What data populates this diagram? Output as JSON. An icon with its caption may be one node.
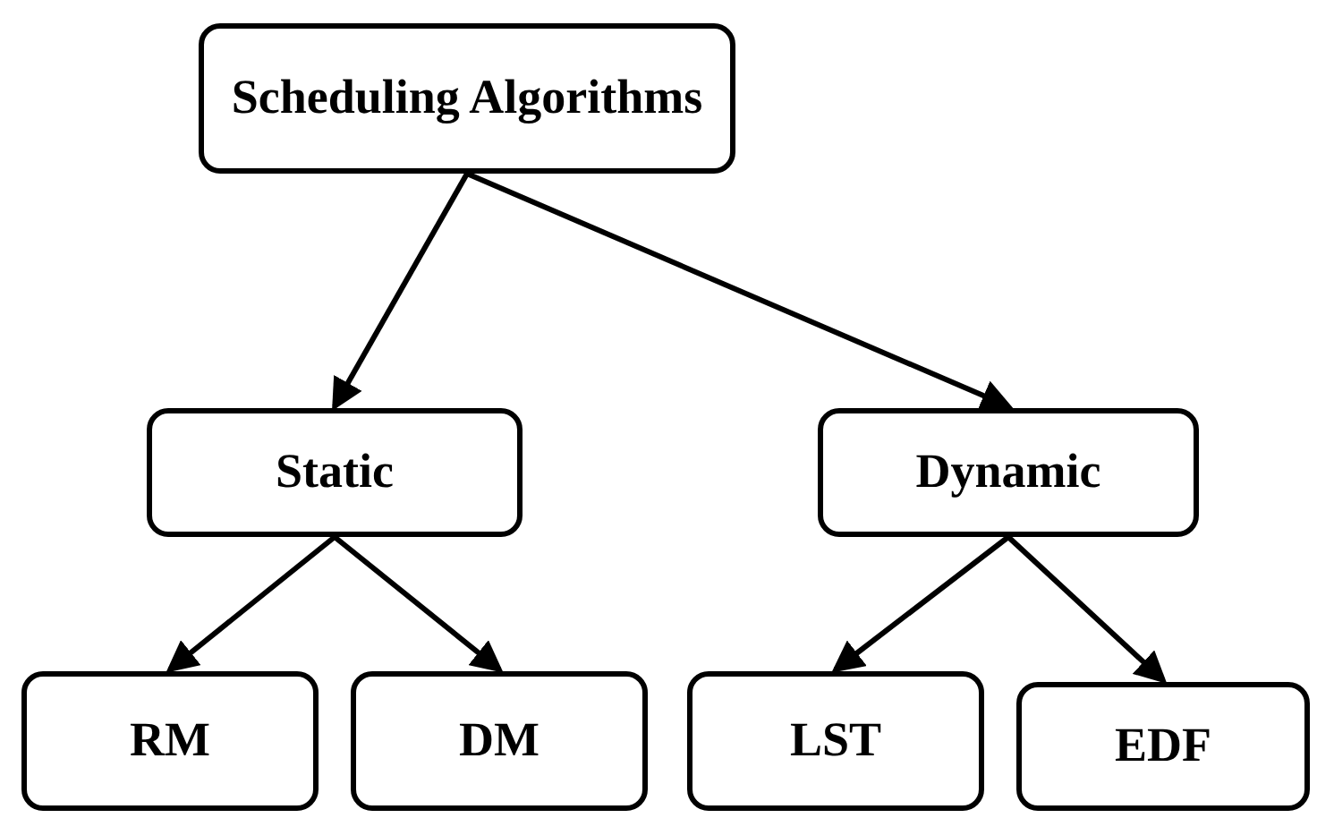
{
  "diagram": {
    "nodes": [
      {
        "text": [
          "Scheduling Algorithms"
        ]
      },
      {
        "text": [
          "Static"
        ]
      },
      {
        "text": [
          "Dynamic"
        ]
      },
      {
        "text": [
          "RM"
        ]
      },
      {
        "text": [
          "DM"
        ]
      },
      {
        "text": [
          "LST"
        ]
      },
      {
        "text": [
          "EDF"
        ]
      }
    ],
    "edges": [
      {
        "from": 0,
        "to": 1,
        "arrow": "to"
      },
      {
        "from": 0,
        "to": 2,
        "arrow": "to"
      },
      {
        "from": 1,
        "to": 3,
        "arrow": "to"
      },
      {
        "from": 1,
        "to": 4,
        "arrow": "to"
      },
      {
        "from": 2,
        "to": 5,
        "arrow": "to"
      },
      {
        "from": 2,
        "to": 6,
        "arrow": "to"
      }
    ]
  }
}
